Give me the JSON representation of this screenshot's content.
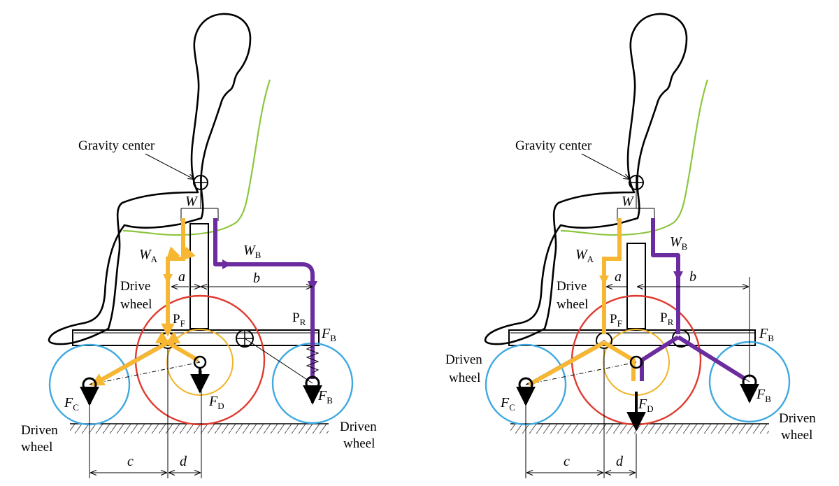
{
  "colors": {
    "outline": "#000000",
    "backrest": "#8dc63f",
    "load_path_front": "#f7b733",
    "load_path_rear": "#6a2c9e",
    "drive_wheel": "#e03a2f",
    "driven_wheel": "#3fa9e0",
    "caster": "#f0b429"
  },
  "left": {
    "gravity_center_label": "Gravity center",
    "w_label": "W",
    "wa": {
      "main": "W",
      "sub": "A"
    },
    "wb": {
      "main": "W",
      "sub": "B"
    },
    "drive_wheel": {
      "line1": "Drive",
      "line2": "wheel"
    },
    "driven_wheel_left": {
      "line1": "Driven",
      "line2": "wheel"
    },
    "driven_wheel_right": {
      "line1": "Driven",
      "line2": "wheel"
    },
    "pf": {
      "main": "P",
      "sub": "F"
    },
    "pr": {
      "main": "P",
      "sub": "R"
    },
    "fb_top": {
      "main": "F",
      "sub": "B"
    },
    "fb": {
      "main": "F",
      "sub": "B"
    },
    "fc": {
      "main": "F",
      "sub": "C"
    },
    "fd": {
      "main": "F",
      "sub": "D"
    },
    "dim_a": "a",
    "dim_b": "b",
    "dim_c": "c",
    "dim_d": "d"
  },
  "right": {
    "gravity_center_label": "Gravity center",
    "w_label": "W",
    "wa": {
      "main": "W",
      "sub": "A"
    },
    "wb": {
      "main": "W",
      "sub": "B"
    },
    "drive_wheel": {
      "line1": "Drive",
      "line2": "wheel"
    },
    "driven_wheel_left": {
      "line1": "Driven",
      "line2": "wheel"
    },
    "driven_wheel_right": {
      "line1": "Driven",
      "line2": "wheel"
    },
    "pf": {
      "main": "P",
      "sub": "F"
    },
    "pr": {
      "main": "P",
      "sub": "R"
    },
    "fb_top": {
      "main": "F",
      "sub": "B"
    },
    "fb": {
      "main": "F",
      "sub": "B"
    },
    "fc": {
      "main": "F",
      "sub": "C"
    },
    "fd": {
      "main": "F",
      "sub": "D"
    },
    "dim_a": "a",
    "dim_b": "b",
    "dim_c": "c",
    "dim_d": "d"
  }
}
